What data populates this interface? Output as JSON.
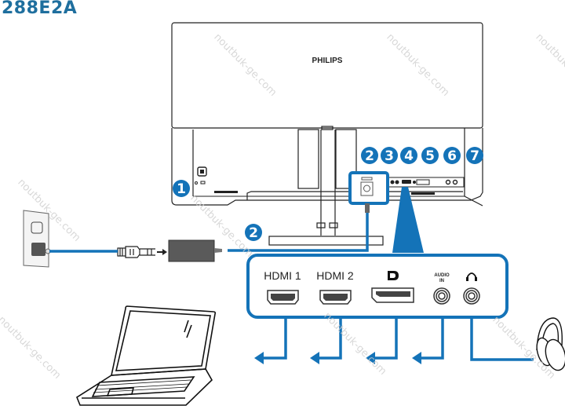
{
  "title": "288E2A",
  "brand": "PHILIPS",
  "callouts": [
    "1",
    "2",
    "3",
    "4",
    "5",
    "6",
    "7"
  ],
  "adapter_callout": "2",
  "ports": {
    "hdmi1": "HDMI 1",
    "hdmi2": "HDMI 2",
    "displayport": "D",
    "audio_in_line1": "AUDIO",
    "audio_in_line2": "IN",
    "headphone": "headphone-icon"
  },
  "icons": {
    "kensington": "kensington-lock-icon",
    "outlet": "wall-outlet-icon",
    "plug": "power-plug-icon",
    "adapter": "power-adapter-icon",
    "laptop": "laptop-icon",
    "headphones": "headphones-icon"
  },
  "watermark": "noutbuk-ge.com",
  "colors": {
    "accent": "#1473b8",
    "title": "#1f6f9e",
    "line": "#222222",
    "adapter": "#5a5a5a"
  }
}
